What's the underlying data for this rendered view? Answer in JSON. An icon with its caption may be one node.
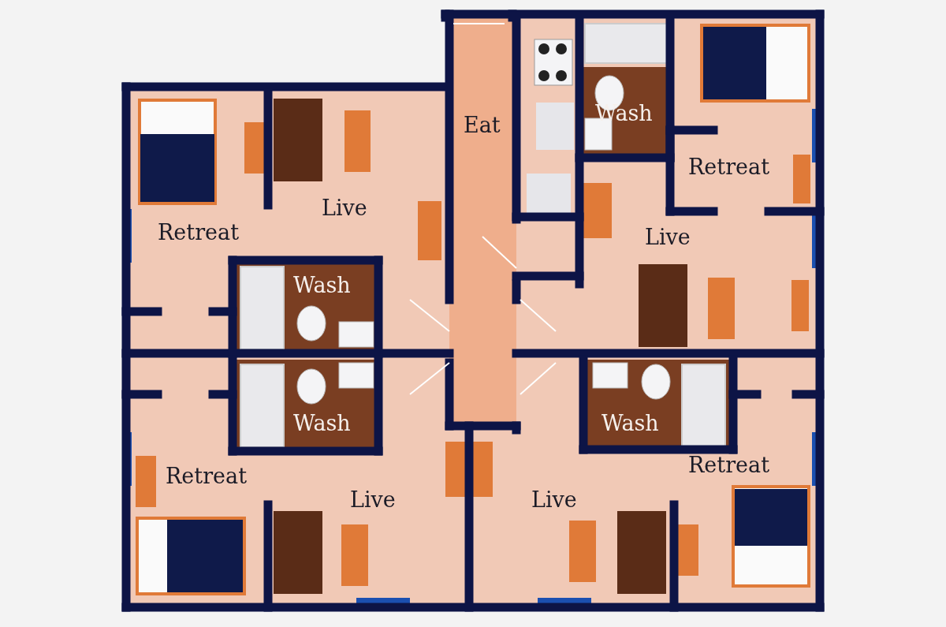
{
  "diagram": {
    "labels": [
      "Wash",
      "Eat",
      "Retreat",
      "Live",
      "Retreat",
      "Live",
      "Wash",
      "Wash",
      "Wash",
      "Retreat",
      "Retreat",
      "Live",
      "Live"
    ]
  }
}
